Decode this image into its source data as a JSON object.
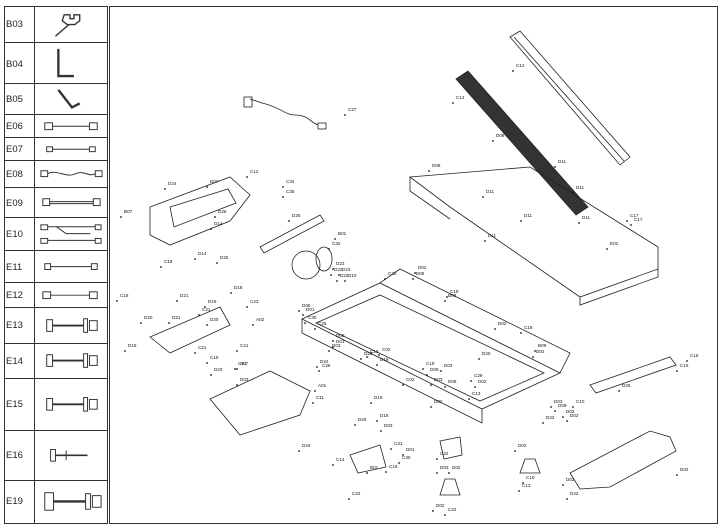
{
  "legend": [
    {
      "code": "B03",
      "icon": "wrench-icon"
    },
    {
      "code": "B04",
      "icon": "hex-key-icon"
    },
    {
      "code": "B05",
      "icon": "hex-key-icon"
    },
    {
      "code": "E06",
      "icon": "cable-icon"
    },
    {
      "code": "E07",
      "icon": "cable-icon"
    },
    {
      "code": "E08",
      "icon": "cable-icon"
    },
    {
      "code": "E09",
      "icon": "cable-icon"
    },
    {
      "code": "E10",
      "icon": "cable-bundle-icon"
    },
    {
      "code": "E11",
      "icon": "cable-icon"
    },
    {
      "code": "E12",
      "icon": "cable-icon"
    },
    {
      "code": "E13",
      "icon": "bolt-set-icon"
    },
    {
      "code": "E14",
      "icon": "bolt-set-icon"
    },
    {
      "code": "E15",
      "icon": "bolt-set-icon"
    },
    {
      "code": "E16",
      "icon": "bolt-icon"
    },
    {
      "code": "E19",
      "icon": "bolt-set-icon"
    }
  ],
  "callouts": [
    "C12",
    "C14",
    "C27",
    "D08",
    "D08",
    "D11",
    "D11",
    "D11",
    "D11",
    "D11",
    "D11",
    "E01",
    "C17",
    "D24",
    "D07",
    "C34",
    "C35",
    "D26",
    "D14",
    "D25",
    "B01",
    "B07",
    "C12",
    "C32",
    "D14",
    "D25",
    "C18",
    "D23",
    "D22",
    "D23",
    "D22",
    "D10",
    "C18",
    "D18",
    "D21",
    "D19",
    "C21",
    "C23",
    "A02",
    "D20",
    "D21",
    "D20",
    "C21",
    "D18",
    "C21",
    "C21",
    "C19",
    "A07",
    "D23",
    "D03",
    "C20",
    "D02",
    "B08",
    "C19",
    "B09",
    "D02",
    "C19",
    "D20",
    "B09",
    "D02",
    "C30",
    "C25",
    "D01",
    "D05",
    "D09",
    "D01",
    "D03",
    "C02",
    "C19",
    "D23",
    "D19",
    "C19",
    "D09",
    "D02",
    "C10",
    "D09",
    "C13",
    "C29",
    "D03",
    "D05",
    "C11",
    "D02",
    "C02",
    "D03",
    "D02",
    "D02",
    "D03",
    "D22",
    "D22",
    "C26",
    "D19",
    "D20",
    "C31",
    "C30",
    "D01",
    "C22",
    "C13",
    "D22",
    "D02",
    "D02",
    "C15",
    "C16",
    "A01",
    "D18",
    "C17",
    "D03",
    "D24",
    "C10",
    "D02",
    "D02",
    "D03",
    "D02",
    "C22",
    "C22",
    "B01",
    "C14",
    "D25",
    "C16"
  ]
}
